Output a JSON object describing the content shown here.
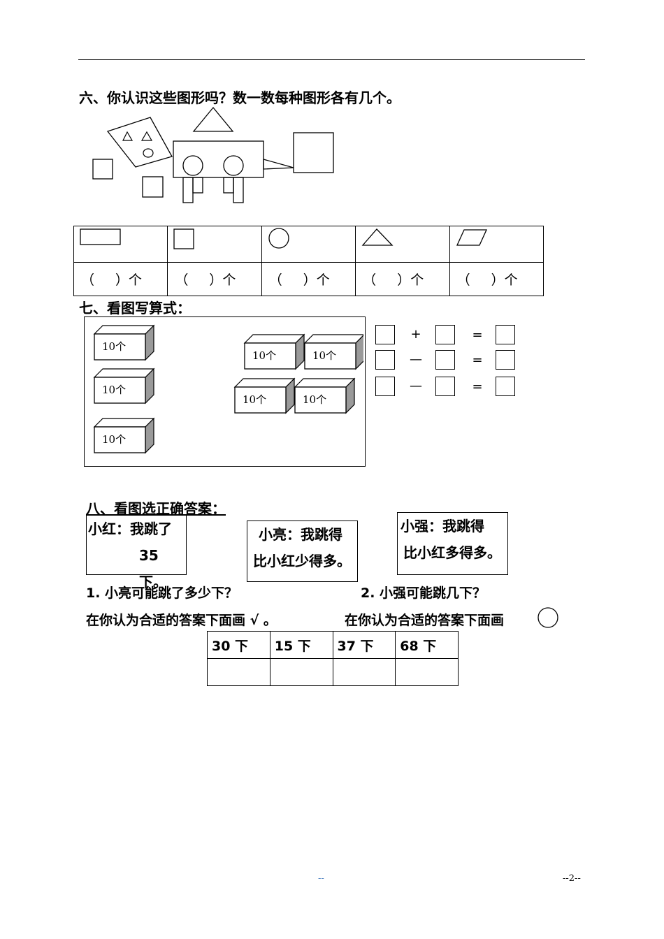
{
  "section6": {
    "title": "六、你认识这些图形吗？数一数每种图形各有几个。",
    "count_cells": [
      {
        "shape": "rectangle-icon",
        "left": "（",
        "right": "）个"
      },
      {
        "shape": "square-icon",
        "left": "（",
        "right": "）个"
      },
      {
        "shape": "circle-icon",
        "left": "（",
        "right": "）个"
      },
      {
        "shape": "triangle-icon",
        "left": "（",
        "right": "）个"
      },
      {
        "shape": "parallelogram-icon",
        "left": "（",
        "right": "）个"
      }
    ]
  },
  "section7": {
    "title": "七、看图写算式：",
    "box_label": "10个",
    "equations": [
      {
        "op": "+",
        "eq": "="
      },
      {
        "op": "—",
        "eq": "="
      },
      {
        "op": "—",
        "eq": "="
      }
    ]
  },
  "section8": {
    "title": "八、看图选正确答案：",
    "bubbles": [
      {
        "line1": "小红：我跳了",
        "line2": "35下。"
      },
      {
        "line1": "小亮：我跳得",
        "line2": "比小红少得多。"
      },
      {
        "line1": "小强：我跳得",
        "line2": "比小红多得多。"
      }
    ],
    "q1": "1. 小亮可能跳了多少下？",
    "q2": "2. 小强可能跳几下？",
    "instr1": "在你认为合适的答案下面画 √ 。",
    "instr2": "在你认为合适的答案下面画",
    "answers": [
      "30 下",
      "15 下",
      "37 下",
      "68 下"
    ]
  },
  "footer": {
    "center": "--",
    "page": "--2--"
  }
}
